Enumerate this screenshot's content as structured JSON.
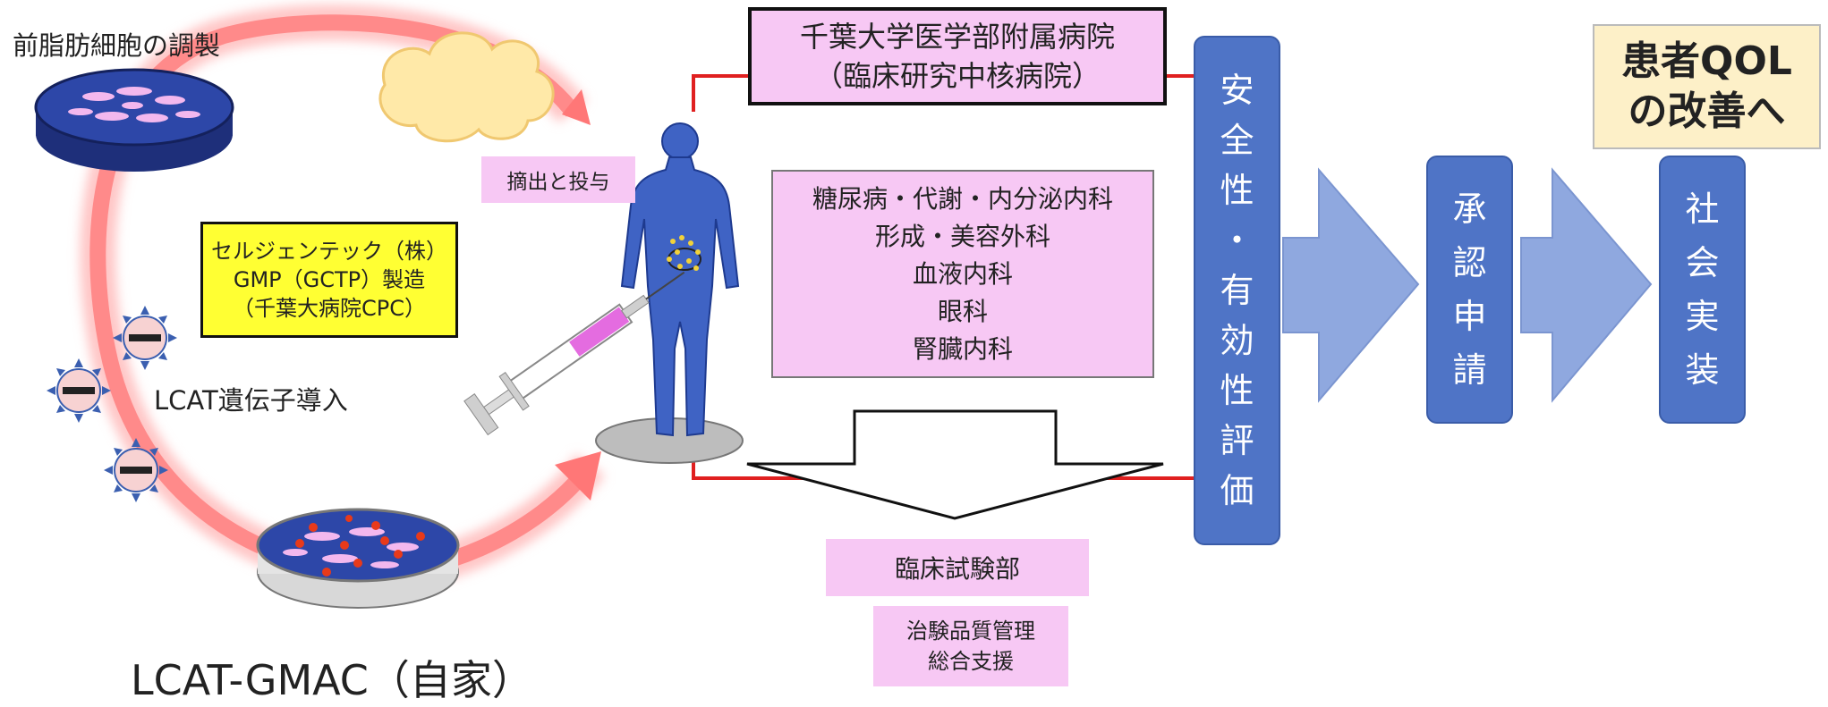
{
  "left": {
    "prep_label": "前脂肪細胞の調製",
    "gene_label": "LCAT遺伝子導入",
    "product_label": "LCAT-GMAC（自家）",
    "manufacturer_lines": [
      "セルジェンテック（株）",
      "GMP（GCTP）製造",
      "（千葉大病院CPC）"
    ]
  },
  "center": {
    "extract_label": "摘出と投与",
    "hospital_lines": [
      "千葉大学医学部附属病院",
      "（臨床研究中核病院）"
    ],
    "departments": [
      "糖尿病・代謝・内分泌内科",
      "形成・美容外科",
      "血液内科",
      "眼科",
      "腎臓内科"
    ],
    "trial_dept": "臨床試験部",
    "trial_support_lines": [
      "治験品質管理",
      "総合支援"
    ]
  },
  "flow": {
    "eval_chars": [
      "安",
      "全",
      "性",
      "・",
      "有",
      "効",
      "性",
      "評",
      "価"
    ],
    "approval_chars": [
      "承",
      "認",
      "申",
      "請"
    ],
    "social_chars": [
      "社",
      "会",
      "実",
      "装"
    ],
    "goal_lines": [
      "患者QOL",
      "の改善へ"
    ]
  },
  "colors": {
    "pink": "#f7c8f4",
    "yellow": "#ffff33",
    "blue": "#4f74c6",
    "arrow_blue": "#8fa8df",
    "cream": "#fdf0c8",
    "cycle": "#ff8080"
  }
}
